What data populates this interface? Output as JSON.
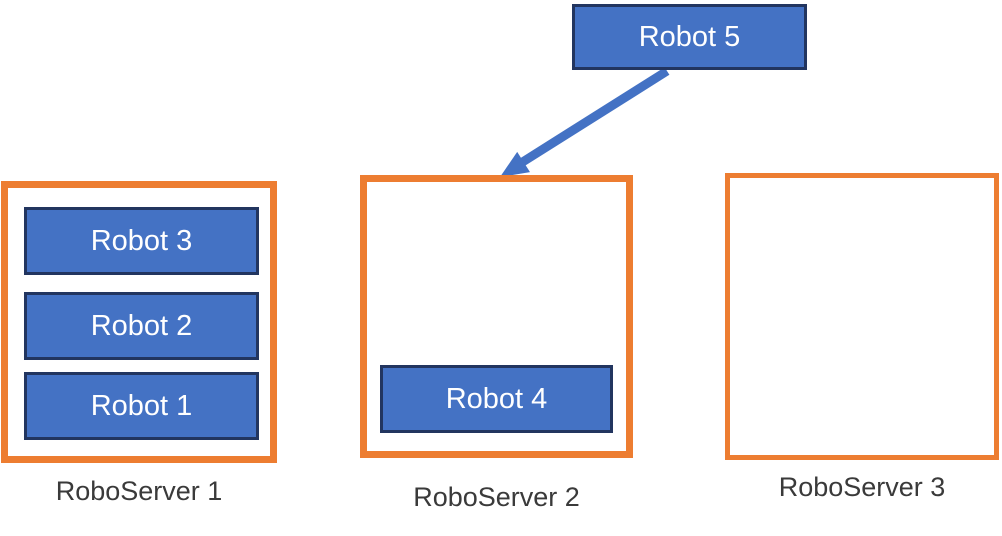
{
  "robot5": {
    "label": "Robot 5"
  },
  "servers": [
    {
      "name": "RoboServer 1",
      "robots": [
        "Robot 3",
        "Robot 2",
        "Robot 1"
      ]
    },
    {
      "name": "RoboServer 2",
      "robots": [
        "Robot 4"
      ]
    },
    {
      "name": "RoboServer 3",
      "robots": []
    }
  ],
  "arrow": {
    "from": "Robot 5",
    "to": "RoboServer 2"
  },
  "colors": {
    "robot_fill": "#4472C4",
    "robot_border": "#22355F",
    "server_border": "#ED7D31",
    "arrow": "#4472C4",
    "label_text": "#3A3A3A",
    "robot_text": "#FFFFFF"
  }
}
